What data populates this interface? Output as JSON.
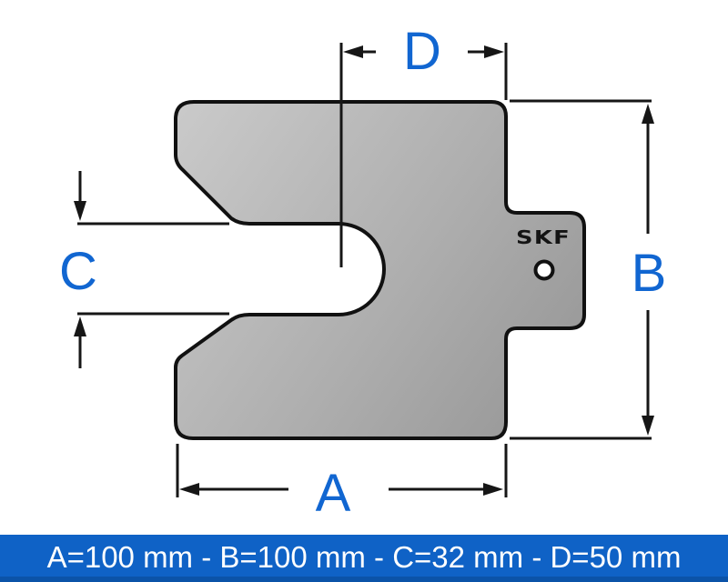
{
  "drawing": {
    "logo_text": "SKF",
    "labels": {
      "a": "A",
      "b": "B",
      "c": "C",
      "d": "D"
    }
  },
  "dimensions": {
    "A": "100 mm",
    "B": "100 mm",
    "C": "32 mm",
    "D": "50 mm"
  },
  "footer": {
    "text": "A=100 mm - B=100 mm - C=32 mm - D=50 mm"
  },
  "colors": {
    "label_blue": "#1166d1",
    "footer_bg": "#0f62c6",
    "footer_shade": "#0b53a8",
    "footer_fg": "#ffffff",
    "line": "#161616",
    "shim_stroke": "#111111",
    "shim_light": "#cbcbcb",
    "shim_dark": "#949494",
    "hole_fill": "#ffffff"
  }
}
